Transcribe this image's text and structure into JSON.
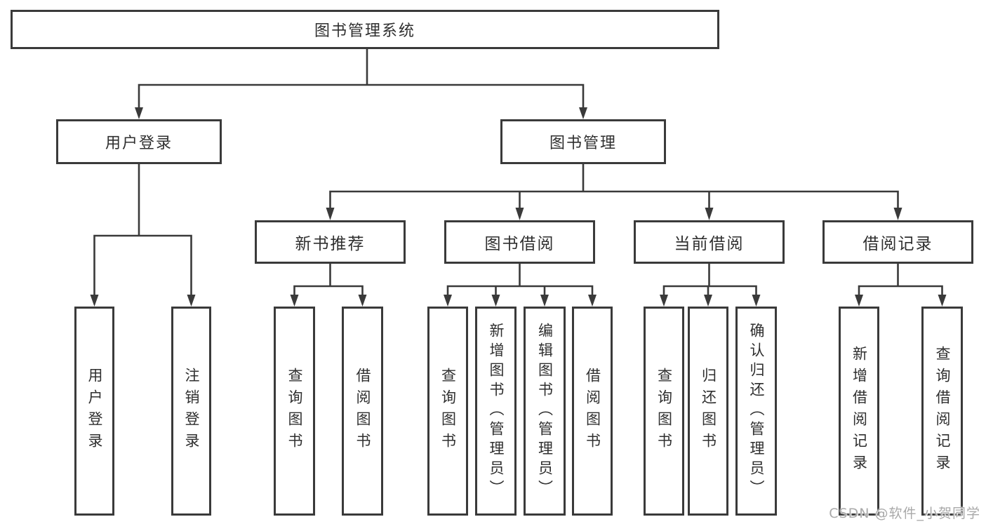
{
  "diagram": {
    "root": "图书管理系统",
    "level2": [
      "用户登录",
      "图书管理"
    ],
    "level3": [
      "新书推荐",
      "图书借阅",
      "当前借阅",
      "借阅记录"
    ],
    "groups": [
      {
        "parent": "用户登录",
        "children": [
          "用户登录",
          "注销登录"
        ]
      },
      {
        "parent": "新书推荐",
        "children": [
          "查询图书",
          "借阅图书"
        ]
      },
      {
        "parent": "图书借阅",
        "children": [
          "查询图书",
          "新增图书（管理员）",
          "编辑图书（管理员）",
          "借阅图书"
        ]
      },
      {
        "parent": "当前借阅",
        "children": [
          "查询图书",
          "归还图书",
          "确认归还（管理员）"
        ]
      },
      {
        "parent": "借阅记录",
        "children": [
          "新增借阅记录",
          "查询借阅记录"
        ]
      }
    ]
  },
  "watermark": "CSDN @软件_小贺同学",
  "colors": {
    "line": "#3a3a3a",
    "text": "#2f2f2f",
    "box_fill": "#ffffff",
    "watermark": "#a9a9a9",
    "background": "#ffffff"
  }
}
